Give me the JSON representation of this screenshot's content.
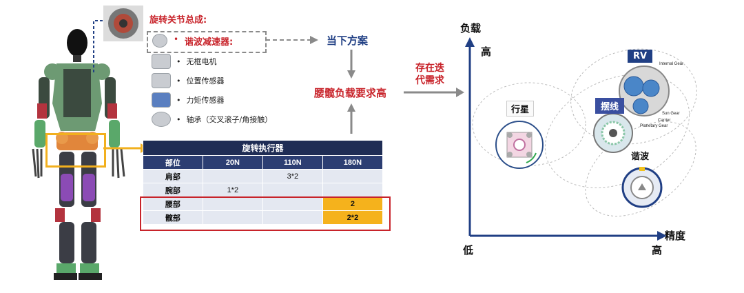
{
  "components": {
    "header": "旋转关节总成:",
    "reducer": "谐波减速器:",
    "items": [
      "无框电机",
      "位置传感器",
      "力矩传感器",
      "轴承（交叉滚子/角接触）"
    ],
    "bullet": "•"
  },
  "flow": {
    "current_plan": "当下方案",
    "demand_high": "腰髋负载要求高",
    "iteration": [
      "存在迭",
      "代需求"
    ]
  },
  "table": {
    "title": "旋转执行器",
    "columns": [
      "部位",
      "20N",
      "110N",
      "180N"
    ],
    "rows": [
      [
        "肩部",
        "",
        "3*2",
        ""
      ],
      [
        "腕部",
        "1*2",
        "",
        ""
      ],
      [
        "腰部",
        "",
        "",
        "2"
      ],
      [
        "髋部",
        "",
        "",
        "2*2"
      ]
    ]
  },
  "chart": {
    "y_axis": "负载",
    "x_axis": "精度",
    "y_high": "高",
    "origin_low": "低",
    "x_high": "高",
    "tags": {
      "rv": "RV",
      "planetary": "行星",
      "cycloid": "摆线",
      "harmonic": "谐波"
    },
    "gear_labels": [
      "Internal Gear",
      "Sun Gear",
      "Carrier",
      "Planetary Gear"
    ],
    "colors": {
      "navy": "#203f84",
      "red": "#c8232a",
      "highlight": "#f5b21c"
    }
  }
}
